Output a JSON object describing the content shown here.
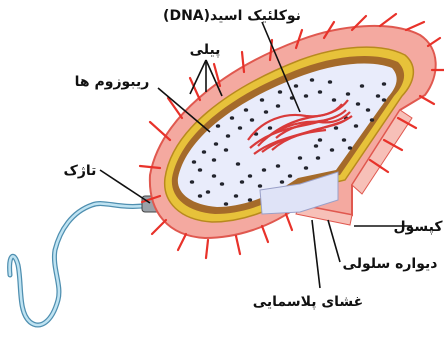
{
  "labels": {
    "nucleoid": "نوکلئیک اسید(DNA)",
    "pili": "پیلی",
    "ribosomes": "ریبوزوم ها",
    "flagellum": "تاژک",
    "capsule": "کپسول",
    "cell_wall": "دیواره سلولی",
    "plasma_membrane": "غشای پلاسمایی"
  },
  "colors": {
    "capsule": "#f4a9a0",
    "capsule_edge": "#e0584f",
    "pili": "#e8322a",
    "cell_wall": "#e7c23a",
    "membrane": "#a46a2a",
    "cytoplasm": "#e9ecfb",
    "ribosome": "#23252e",
    "dna": "#d93a3a",
    "flagellum": "#8ec6e0"
  }
}
